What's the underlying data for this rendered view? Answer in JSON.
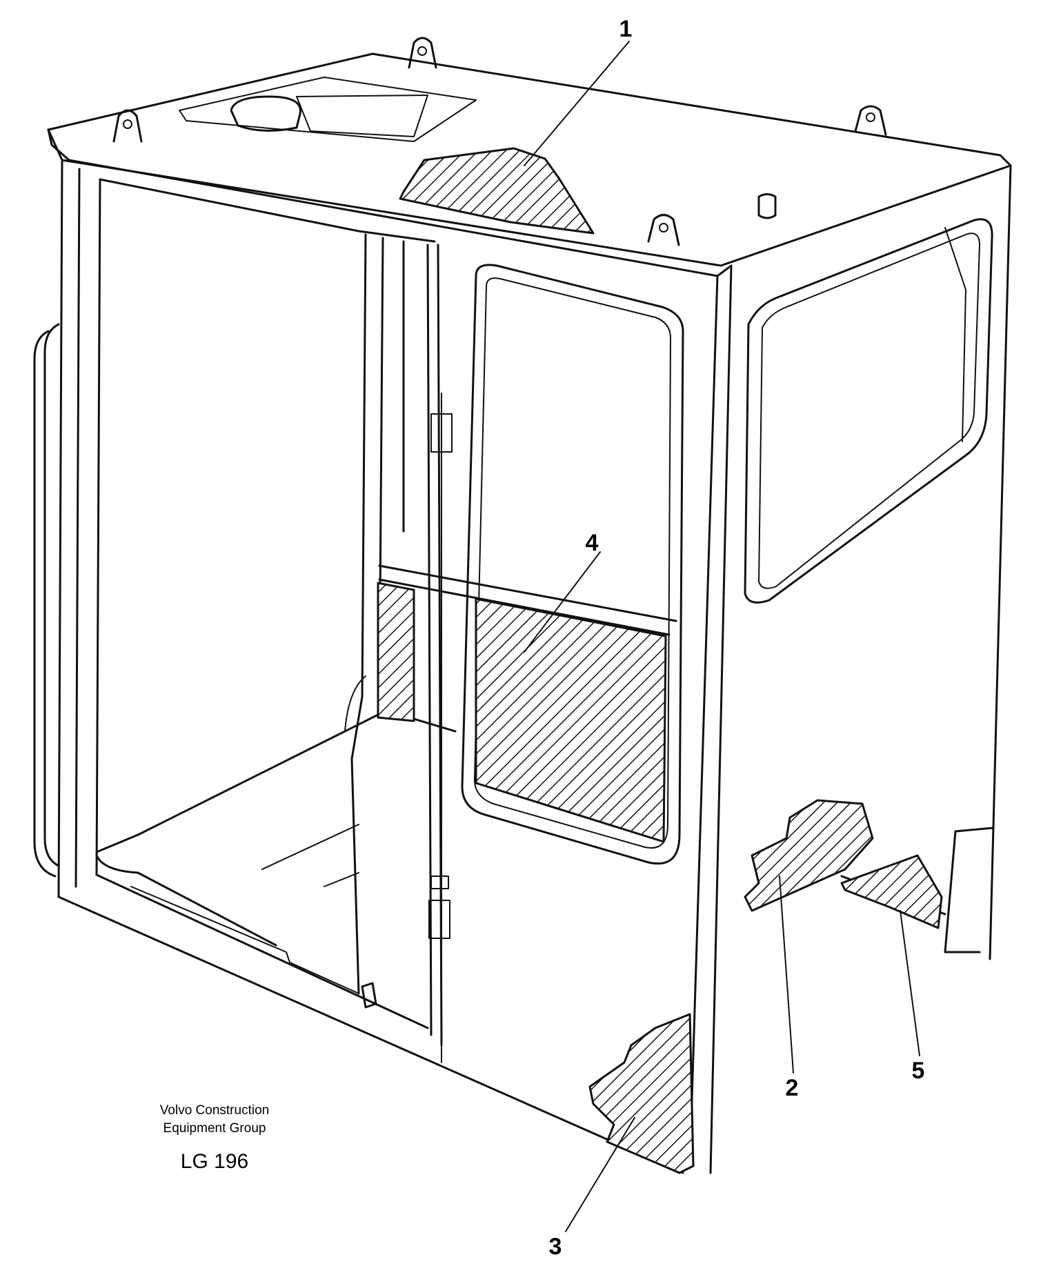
{
  "callouts": [
    {
      "id": "1",
      "label": "1"
    },
    {
      "id": "2",
      "label": "2"
    },
    {
      "id": "3",
      "label": "3"
    },
    {
      "id": "4",
      "label": "4"
    },
    {
      "id": "5",
      "label": "5"
    }
  ],
  "caption": {
    "line1": "Volvo Construction",
    "line2": "Equipment Group",
    "code": "LG 196"
  }
}
